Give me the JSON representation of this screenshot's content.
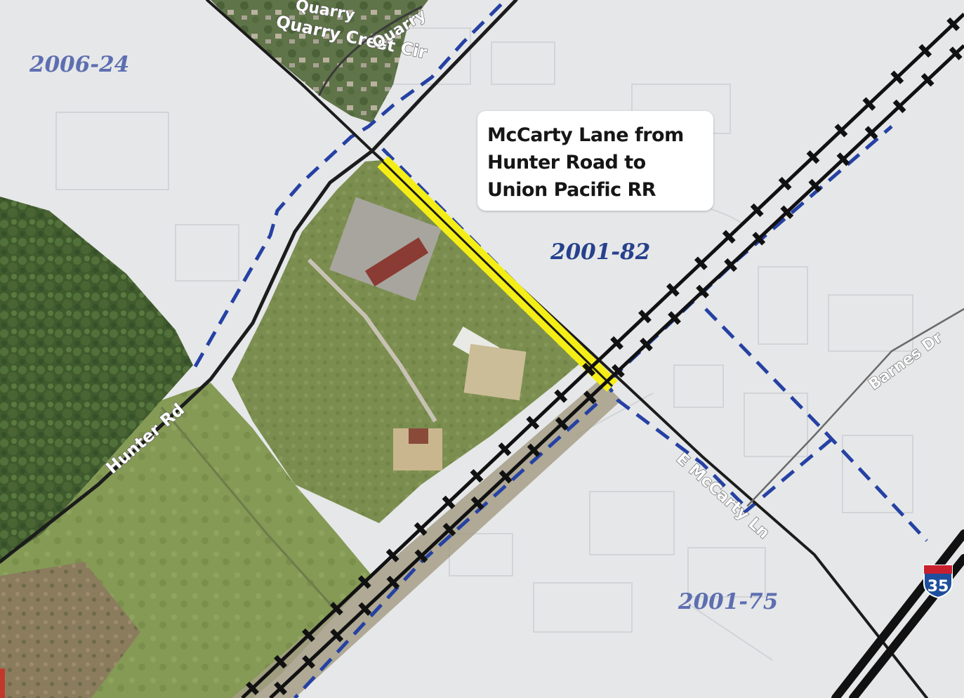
{
  "callout": {
    "lines": [
      "McCarty Lane from",
      "Hunter Road to",
      "Union Pacific RR"
    ]
  },
  "zones": [
    {
      "id": "2006-24",
      "label": "2006-24",
      "color": "#5d6fb0"
    },
    {
      "id": "2001-82",
      "label": "2001-82",
      "color": "#26418c"
    },
    {
      "id": "2001-75",
      "label": "2001-75",
      "color": "#5d6fb0"
    }
  ],
  "streets": {
    "quarry_crest": "Quarry Crest Cir",
    "quarry_upper": "Quarry",
    "quarry_right": "Quarry",
    "hunter_rd": "Hunter Rd",
    "mccarty_ln": "E McCarty Ln",
    "barnes_dr": "Barnes Dr"
  },
  "shield": {
    "number": "35",
    "color_top": "#c8202f",
    "color_bottom": "#1e4f9c"
  },
  "colors": {
    "highlight": "#f4ee16",
    "zone_border": "#2541a3",
    "rail": "#111111",
    "road": "#1c1c1c",
    "mask": "#e7e8ea",
    "aerial_green": "#7c8f52"
  }
}
